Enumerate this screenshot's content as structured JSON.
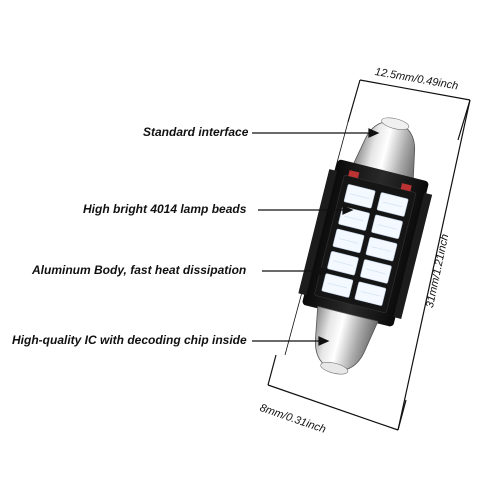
{
  "callouts": [
    {
      "id": "interface",
      "text": "Standard interface"
    },
    {
      "id": "beads",
      "text": "High bright 4014 lamp beads"
    },
    {
      "id": "body",
      "text": "Aluminum Body, fast heat dissipation"
    },
    {
      "id": "ic",
      "text": "High-quality IC with decoding chip inside"
    }
  ],
  "dimensions": {
    "diameter": "12.5mm/0.49inch",
    "length": "31mm/1.21inch",
    "tip": "8mm/0.31inch"
  },
  "colors": {
    "text": "#111111",
    "led": "#f4f9ff",
    "pcb": "#151515",
    "metal": "#c9c9c9"
  },
  "led_grid": {
    "rows": 5,
    "columns": 2
  }
}
